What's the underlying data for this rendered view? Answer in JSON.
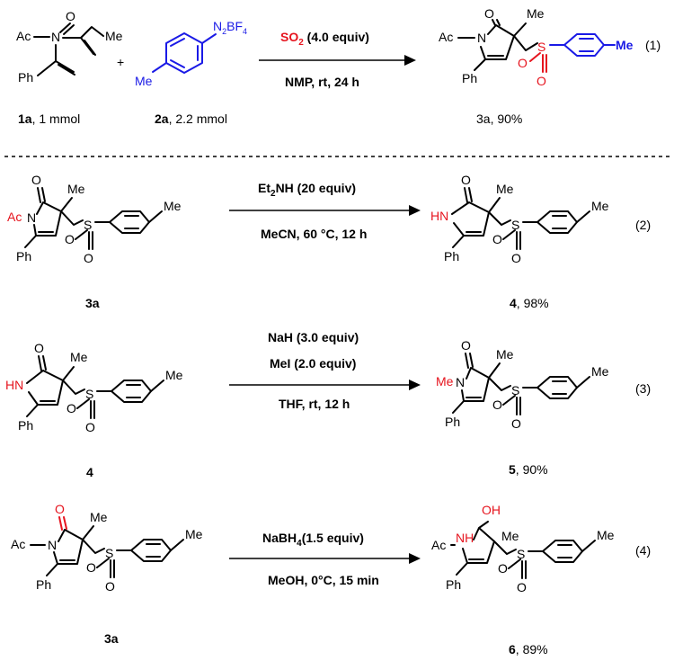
{
  "colors": {
    "black": "#000000",
    "blue": "#1a1ae6",
    "red": "#e6141e"
  },
  "atoms": {
    "O": "O",
    "N": "N",
    "S": "S",
    "Ac": "Ac",
    "Me": "Me",
    "Ph": "Ph",
    "HN": "HN",
    "NH": "NH",
    "OH": "OH",
    "N2BF4_main": "N",
    "N2BF4_sub2": "2",
    "N2BF4_BF": "BF",
    "N2BF4_sub4": "4"
  },
  "reactions": [
    {
      "number": "(1)",
      "conditions_top_reagent": "SO",
      "conditions_top_sub": "2",
      "conditions_top_rest": " (4.0 equiv)",
      "conditions_bottom": "NMP, rt, 24 h",
      "reactant1_label_bold": "1a",
      "reactant1_label_rest": ", 1 mmol",
      "plus": "+",
      "reactant2_label_bold": "2a",
      "reactant2_label_rest": ", 2.2 mmol",
      "product_label": "3a, 90%"
    },
    {
      "number": "(2)",
      "conditions_top_a": "Et",
      "conditions_top_sub": "2",
      "conditions_top_b": "NH (20 equiv)",
      "conditions_bottom": "MeCN, 60 °C, 12 h",
      "reactant_label": "3a",
      "product_label_bold": "4",
      "product_label_rest": ", 98%"
    },
    {
      "number": "(3)",
      "conditions_line1": "NaH (3.0 equiv)",
      "conditions_line2": "MeI (2.0 equiv)",
      "conditions_line3": "THF, rt, 12 h",
      "reactant_label": "4",
      "product_label_bold": "5",
      "product_label_rest": ", 90%"
    },
    {
      "number": "(4)",
      "conditions_top_a": "NaBH",
      "conditions_top_sub": "4",
      "conditions_top_b": "(1.5 equiv)",
      "conditions_bottom": "MeOH, 0°C, 15 min",
      "reactant_label": "3a",
      "product_label_bold": "6",
      "product_label_rest": ", 89%"
    }
  ]
}
